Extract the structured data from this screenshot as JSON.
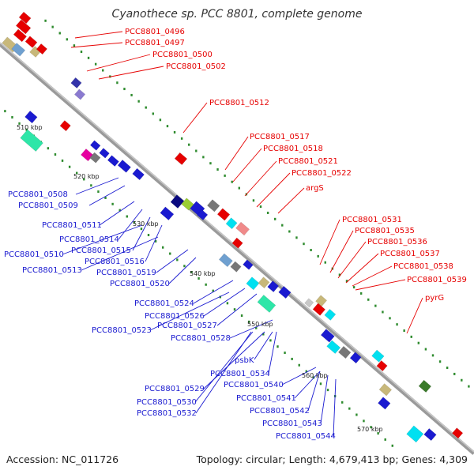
{
  "title": "Cyanothece sp. PCC 8801, complete genome",
  "footer": {
    "accession": "Accession: NC_011726",
    "stats": "Topology: circular; Length: 4,679,413 bp; Genes: 4,309"
  },
  "colors": {
    "backbone": "#999999",
    "forward_strand": "#e60000",
    "reverse_strand": "#1a1ad0",
    "gc_tick": "#2e8b2e"
  },
  "kbp_ticks": [
    "510 kbp",
    "520 kbp",
    "530 kbp",
    "540 kbp",
    "550 kbp",
    "560 kbp",
    "570 kbp"
  ],
  "labels_red": [
    "PCC8801_0496",
    "PCC8801_0497",
    "PCC8801_0500",
    "PCC8801_0502",
    "PCC8801_0512",
    "PCC8801_0517",
    "PCC8801_0518",
    "PCC8801_0521",
    "PCC8801_0522",
    "argS",
    "PCC8801_0531",
    "PCC8801_0535",
    "PCC8801_0536",
    "PCC8801_0537",
    "PCC8801_0538",
    "PCC8801_0539",
    "pyrG"
  ],
  "labels_blue": [
    "PCC8801_0508",
    "PCC8801_0509",
    "PCC8801_0511",
    "PCC8801_0514",
    "PCC8801_0510",
    "PCC8801_0515",
    "PCC8801_0516",
    "PCC8801_0513",
    "PCC8801_0519",
    "PCC8801_0520",
    "PCC8801_0524",
    "PCC8801_0526",
    "PCC8801_0527",
    "PCC8801_0523",
    "PCC8801_0528",
    "psbK",
    "PCC8801_0534",
    "PCC8801_0540",
    "PCC8801_0529",
    "PCC8801_0530",
    "PCC8801_0541",
    "PCC8801_0532",
    "PCC8801_0542",
    "PCC8801_0543",
    "PCC8801_0544"
  ]
}
